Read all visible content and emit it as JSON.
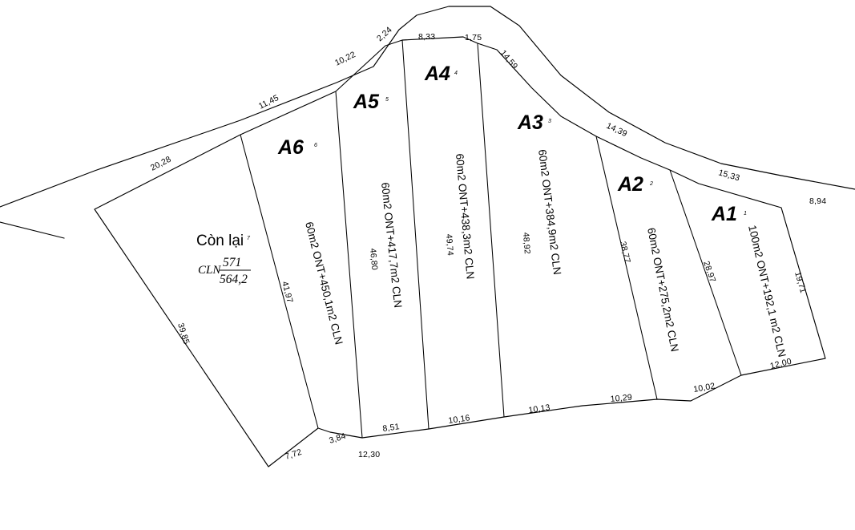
{
  "document": {
    "type": "cadastral-land-subdivision-plan",
    "background_color": "#ffffff",
    "line_color": "#000000"
  },
  "parcels": [
    {
      "id": "A1",
      "label": "A1",
      "superscript": "1",
      "area_text": "100m2 ONT+192,1 m2 CLN",
      "ont_area": "100m2",
      "cln_area": "192,1 m2"
    },
    {
      "id": "A2",
      "label": "A2",
      "superscript": "2",
      "area_text": "60m2 ONT+275,2m2 CLN",
      "ont_area": "60m2",
      "cln_area": "275,2m2"
    },
    {
      "id": "A3",
      "label": "A3",
      "superscript": "3",
      "area_text": "60m2 ONT+384,9m2 CLN",
      "ont_area": "60m2",
      "cln_area": "384,9m2"
    },
    {
      "id": "A4",
      "label": "A4",
      "superscript": "4",
      "area_text": "60m2 ONT+438,3m2 CLN",
      "ont_area": "60m2",
      "cln_area": "438,3m2"
    },
    {
      "id": "A5",
      "label": "A5",
      "superscript": "5",
      "area_text": "60m2 ONT+417,7m2 CLN",
      "ont_area": "60m2",
      "cln_area": "417,7m2"
    },
    {
      "id": "A6",
      "label": "A6",
      "superscript": "6",
      "area_text": "60m2 ONT+450,1m2 CLN",
      "ont_area": "60m2",
      "cln_area": "450,1m2"
    }
  ],
  "remaining_parcel": {
    "title": "Còn lại",
    "superscript": "7",
    "code": "CLN",
    "numerator": "571",
    "denominator": "564,2"
  },
  "dimensions": {
    "top_boundary": [
      {
        "value": "20,28",
        "edge": "northwest-road-frontage"
      },
      {
        "value": "11,45",
        "edge": "a6-road-frontage"
      },
      {
        "value": "10,22",
        "edge": "a5-road-frontage"
      },
      {
        "value": "2,24",
        "edge": "a5-a4-road-frontage"
      },
      {
        "value": "8,33",
        "edge": "a4-road-frontage"
      },
      {
        "value": "1,75",
        "edge": "a4-a3-road-frontage"
      },
      {
        "value": "14,59",
        "edge": "a3-road-frontage"
      },
      {
        "value": "14,39",
        "edge": "a2-road-frontage"
      },
      {
        "value": "15,33",
        "edge": "a1-road-frontage"
      },
      {
        "value": "8,94",
        "edge": "a1-northeast-frontage"
      }
    ],
    "bottom_boundary": [
      {
        "value": "7,72",
        "edge": "remaining-bottom"
      },
      {
        "value": "3,84",
        "edge": "remaining-a6-bottom"
      },
      {
        "value": "12,30",
        "edge": "a6-bottom-overall"
      },
      {
        "value": "8,51",
        "edge": "a6-bottom"
      },
      {
        "value": "10,16",
        "edge": "a5-bottom"
      },
      {
        "value": "10,13",
        "edge": "a4-bottom"
      },
      {
        "value": "10,29",
        "edge": "a3-bottom"
      },
      {
        "value": "10,02",
        "edge": "a2-bottom"
      },
      {
        "value": "12,00",
        "edge": "a1-bottom"
      }
    ],
    "side_lines": [
      {
        "value": "39,85",
        "edge": "remaining-west-side"
      },
      {
        "value": "41,97",
        "edge": "remaining-a6-divider"
      },
      {
        "value": "46,80",
        "edge": "a6-a5-divider"
      },
      {
        "value": "49,74",
        "edge": "a5-a4-divider"
      },
      {
        "value": "48,92",
        "edge": "a4-a3-divider"
      },
      {
        "value": "38,77",
        "edge": "a3-a2-divider"
      },
      {
        "value": "28,97",
        "edge": "a2-a1-divider"
      },
      {
        "value": "19,71",
        "edge": "a1-east-side"
      }
    ]
  }
}
